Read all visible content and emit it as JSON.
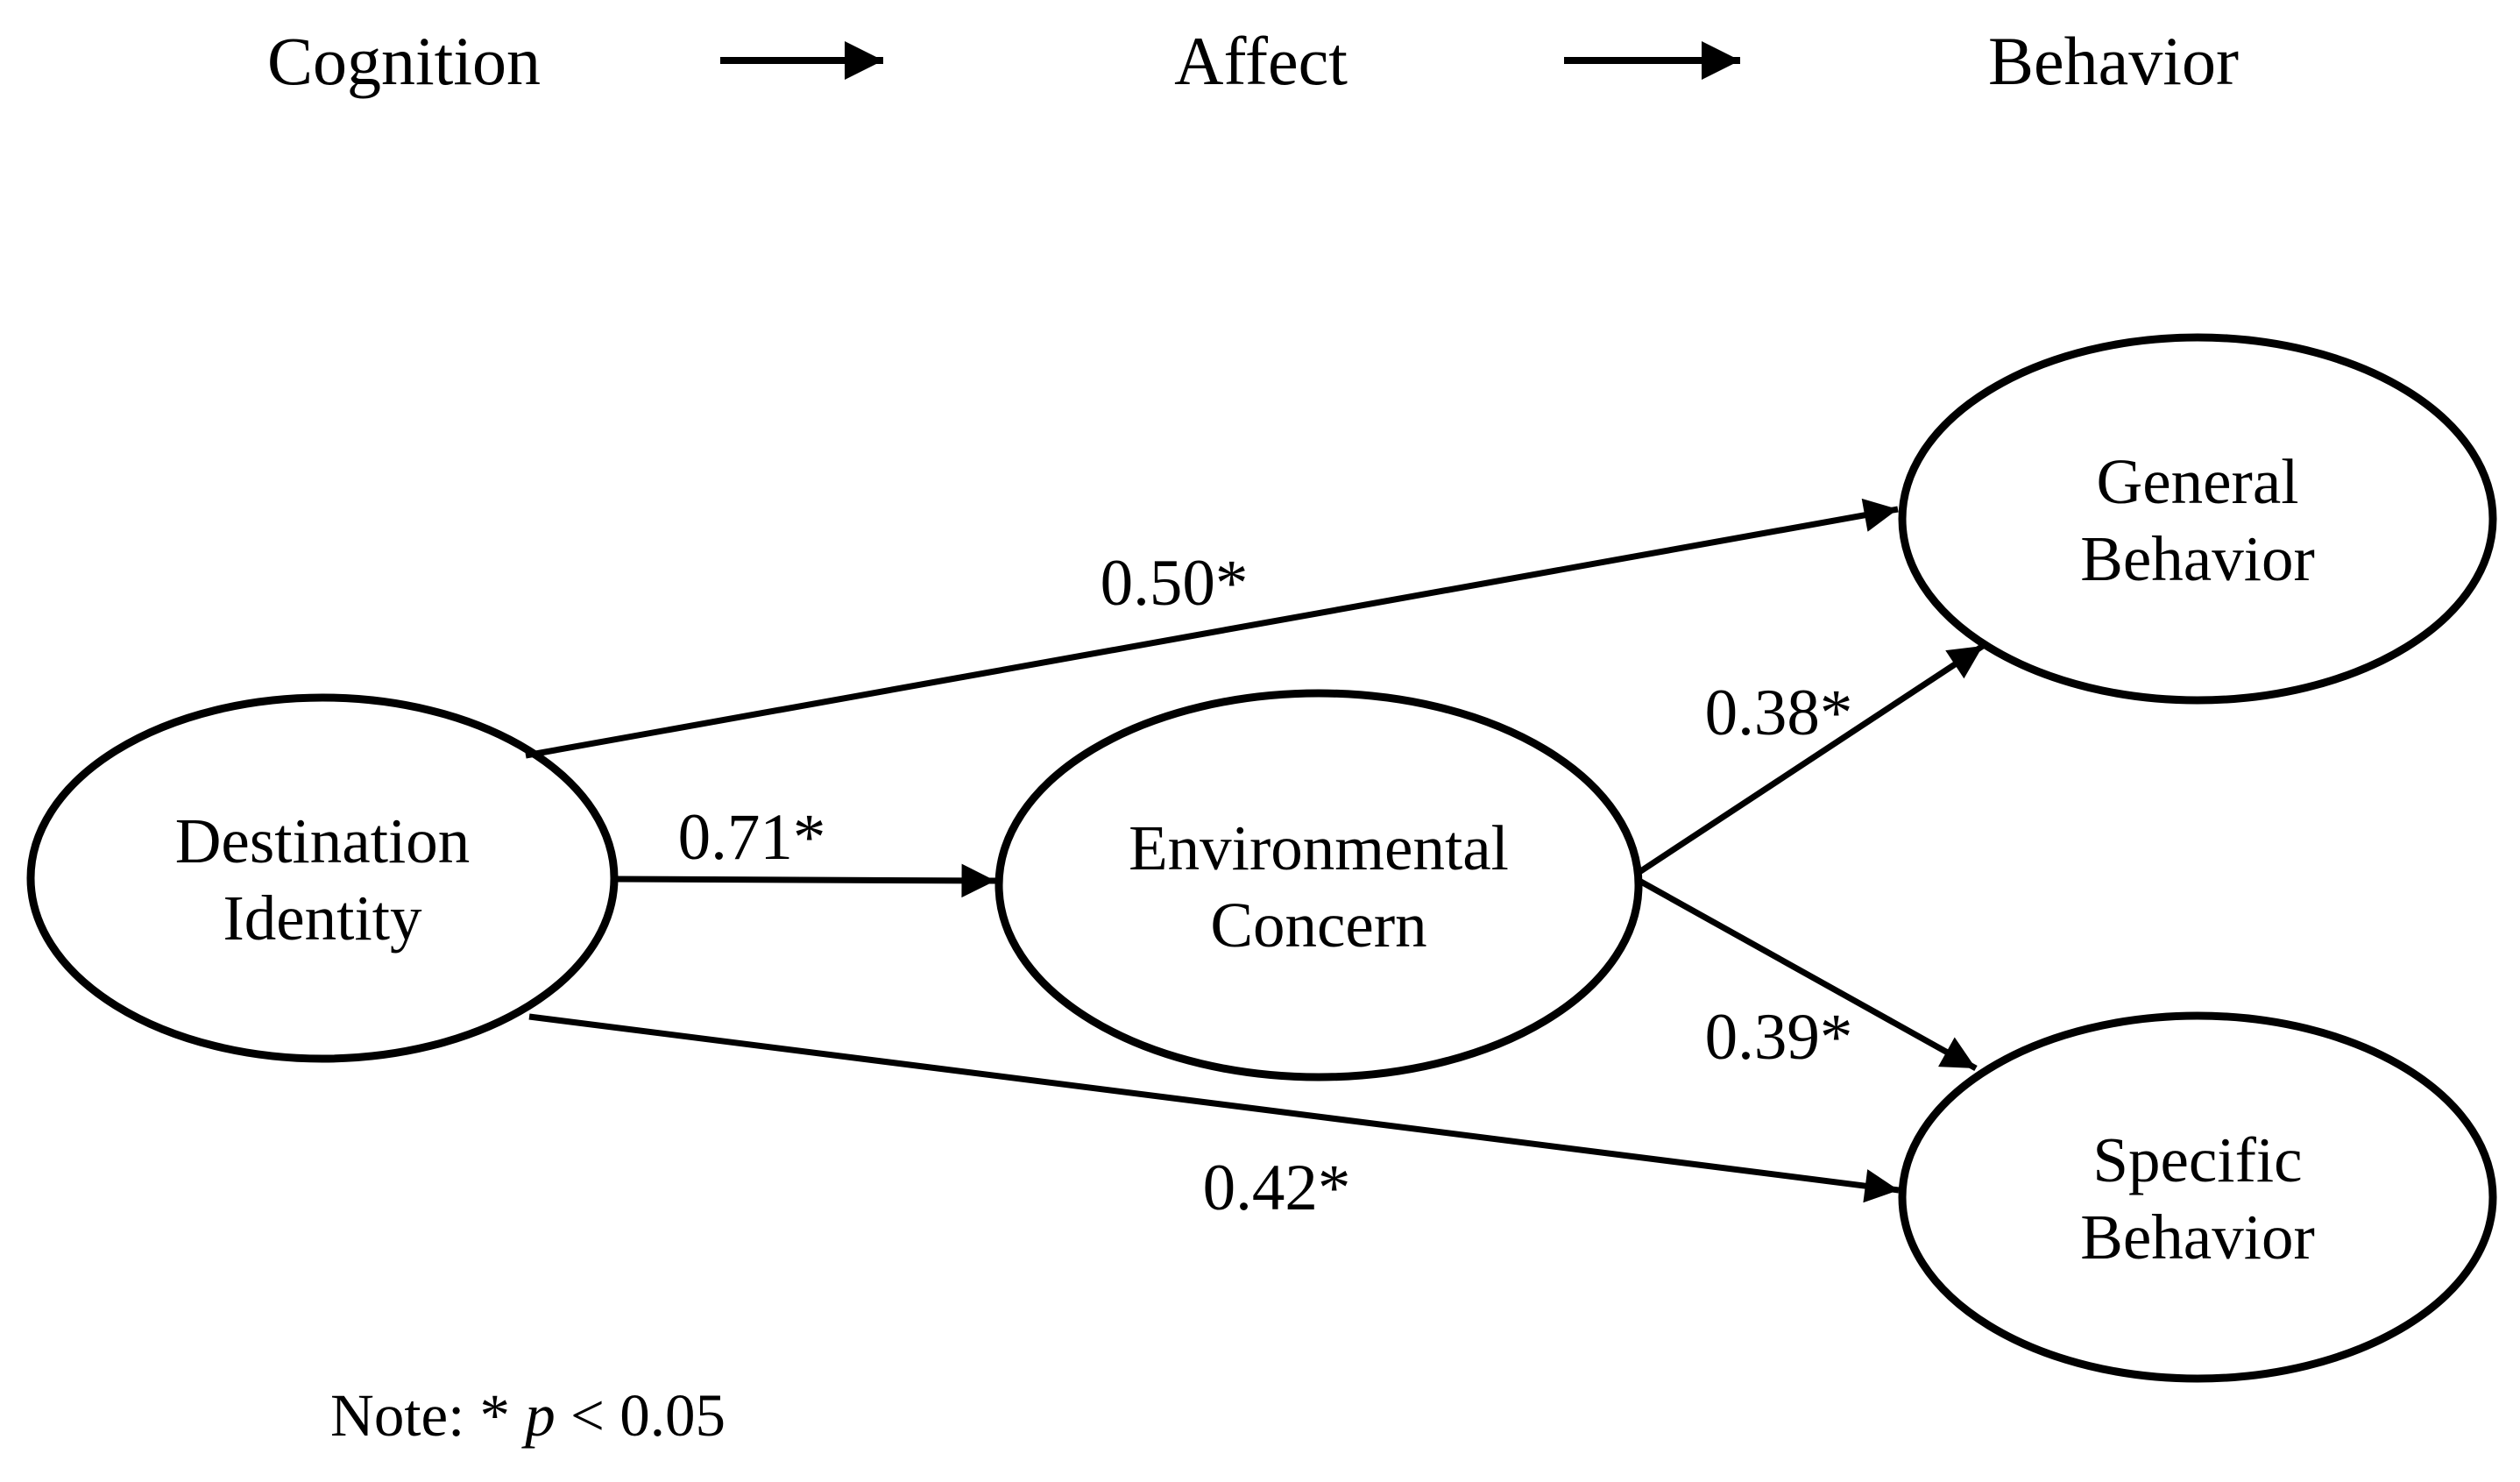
{
  "header": {
    "stages": [
      "Cognition",
      "Affect",
      "Behavior"
    ]
  },
  "nodes": {
    "destination_identity": {
      "line1": "Destination",
      "line2": "Identity"
    },
    "environmental_concern": {
      "line1": "Environmental",
      "line2": "Concern"
    },
    "general_behavior": {
      "line1": "General",
      "line2": "Behavior"
    },
    "specific_behavior": {
      "line1": "Specific",
      "line2": "Behavior"
    }
  },
  "paths": {
    "di_to_gb": {
      "from": "Destination Identity",
      "to": "General Behavior",
      "coefficient": "0.50*"
    },
    "di_to_ec": {
      "from": "Destination Identity",
      "to": "Environmental Concern",
      "coefficient": "0.71*"
    },
    "di_to_sb": {
      "from": "Destination Identity",
      "to": "Specific Behavior",
      "coefficient": "0.42*"
    },
    "ec_to_gb": {
      "from": "Environmental Concern",
      "to": "General Behavior",
      "coefficient": "0.38*"
    },
    "ec_to_sb": {
      "from": "Environmental Concern",
      "to": "Specific Behavior",
      "coefficient": "0.39*"
    }
  },
  "note": {
    "prefix": "Note: * ",
    "p_symbol": "p",
    "suffix": " < 0.05"
  },
  "colors": {
    "ink": "#000000",
    "background": "#ffffff"
  }
}
